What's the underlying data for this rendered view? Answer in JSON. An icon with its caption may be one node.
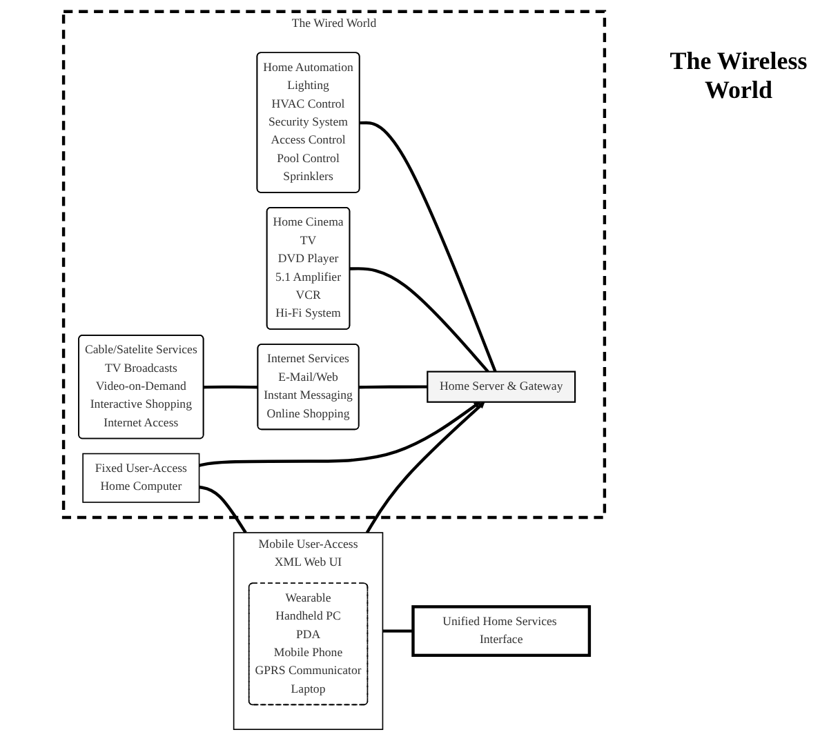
{
  "diagram": {
    "nodes": [
      {
        "text": [
          "The Wired World"
        ]
      },
      {
        "text": [
          "Home Automation",
          "Lighting",
          "HVAC Control",
          "Security System",
          "Access Control",
          "Pool Control",
          "Sprinklers"
        ],
        "in": 0
      },
      {
        "text": [
          "Fixed User-Access",
          "Home Computer"
        ],
        "in": 0
      },
      {
        "text": [
          "Home Server & Gateway"
        ],
        "in": 0
      },
      {
        "text": [
          "Home Cinema",
          "TV",
          "DVD Player",
          "5.1 Amplifier",
          "VCR",
          "Hi-Fi System"
        ],
        "in": 0
      },
      {
        "text": [
          "Internet Services",
          "E-Mail/Web",
          "Instant Messaging",
          "Online Shopping"
        ],
        "in": 0
      },
      {
        "text": [
          "Cable/Satelite Services",
          "TV Broadcasts",
          "Video-on-Demand",
          "Interactive Shopping",
          "Internet Access"
        ],
        "in": 0
      },
      {
        "text": [
          "Mobile User-Access",
          "XML Web UI"
        ]
      },
      {
        "text": [
          "Wearable",
          "Handheld PC",
          "PDA",
          "Mobile Phone",
          "GPRS Communicator",
          "Laptop"
        ],
        "in": 7
      },
      {
        "text": [
          "Unified Home Services Interface"
        ]
      }
    ],
    "edges": [
      {
        "from": 1,
        "to": 3,
        "arrow": "none"
      },
      {
        "from": 4,
        "to": 3,
        "arrow": "none"
      },
      {
        "from": 5,
        "to": 3,
        "arrow": "none"
      },
      {
        "from": 6,
        "to": 5,
        "arrow": "none"
      },
      {
        "from": 2,
        "to": 3,
        "arrow": "to"
      },
      {
        "from": 7,
        "to": 3,
        "arrow": "to"
      },
      {
        "from": 2,
        "to": 7,
        "arrow": "none"
      },
      {
        "from": 7,
        "to": 9,
        "arrow": "none"
      }
    ],
    "labels": [
      "The Wireless World"
    ]
  }
}
